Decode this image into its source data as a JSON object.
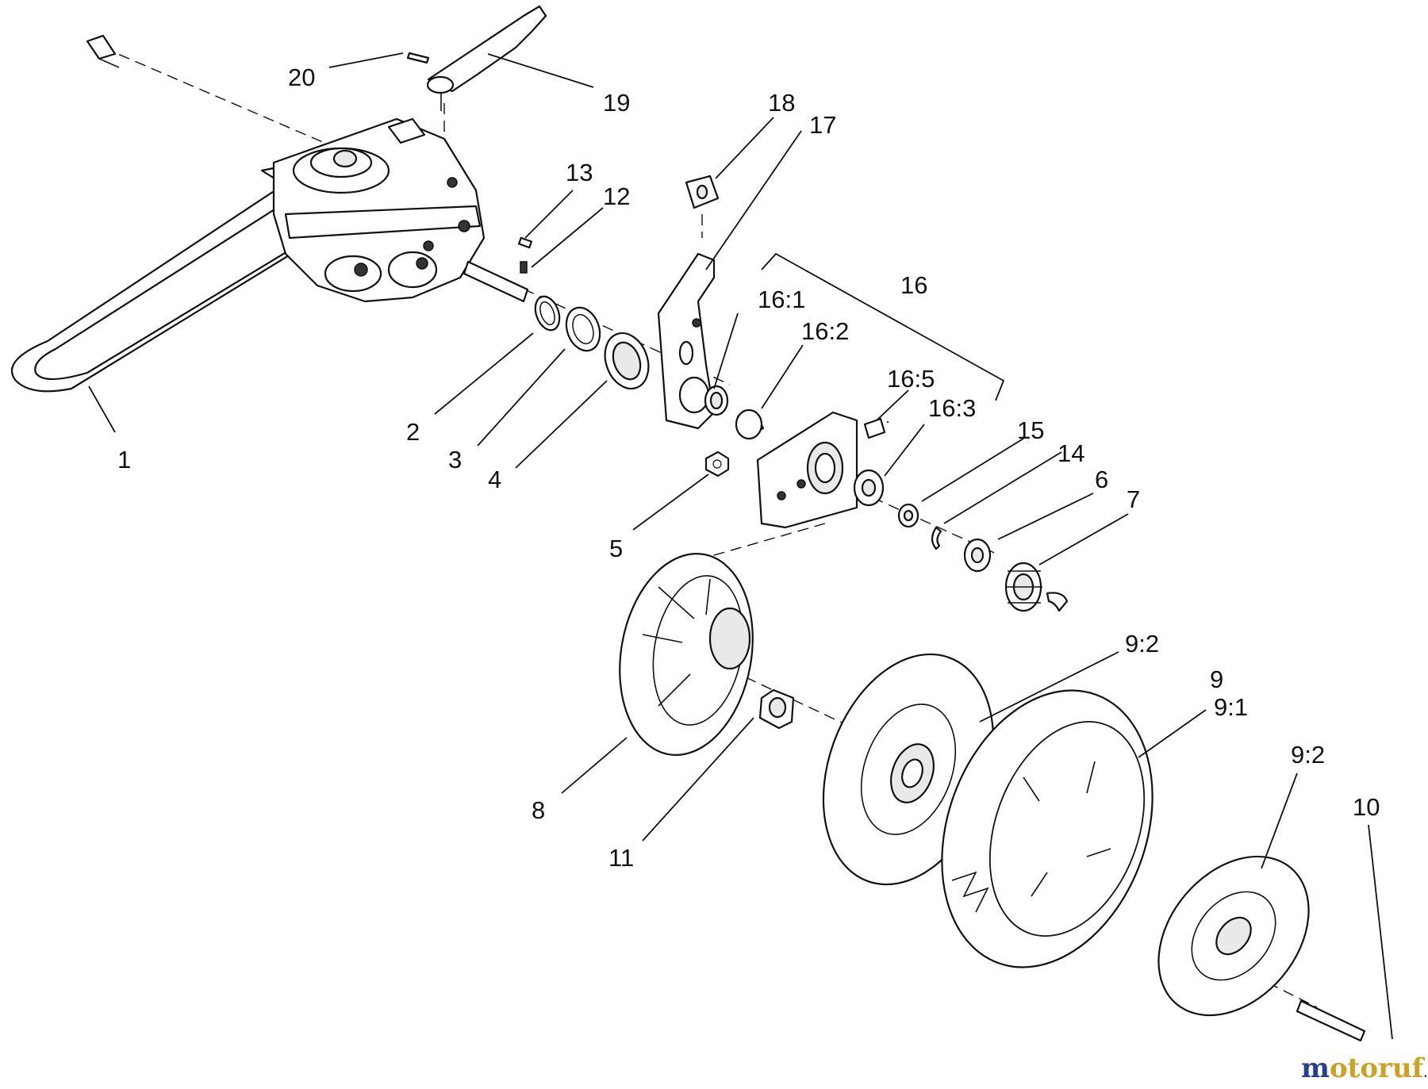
{
  "callouts": {
    "c1": "1",
    "c2": "2",
    "c3": "3",
    "c4": "4",
    "c5": "5",
    "c6": "6",
    "c7": "7",
    "c8": "8",
    "c9": "9",
    "c9_1": "9:1",
    "c9_2a": "9:2",
    "c9_2b": "9:2",
    "c10": "10",
    "c11": "11",
    "c12": "12",
    "c13": "13",
    "c14": "14",
    "c15": "15",
    "c16": "16",
    "c16_1": "16:1",
    "c16_2": "16:2",
    "c16_3": "16:3",
    "c16_5": "16:5",
    "c17": "17",
    "c18": "18",
    "c19": "19",
    "c20": "20"
  },
  "watermark": {
    "brand": "motoruf",
    "suffix": ".de",
    "colors": {
      "m": "#2a3f8f",
      "rest": "#c9a227"
    }
  }
}
